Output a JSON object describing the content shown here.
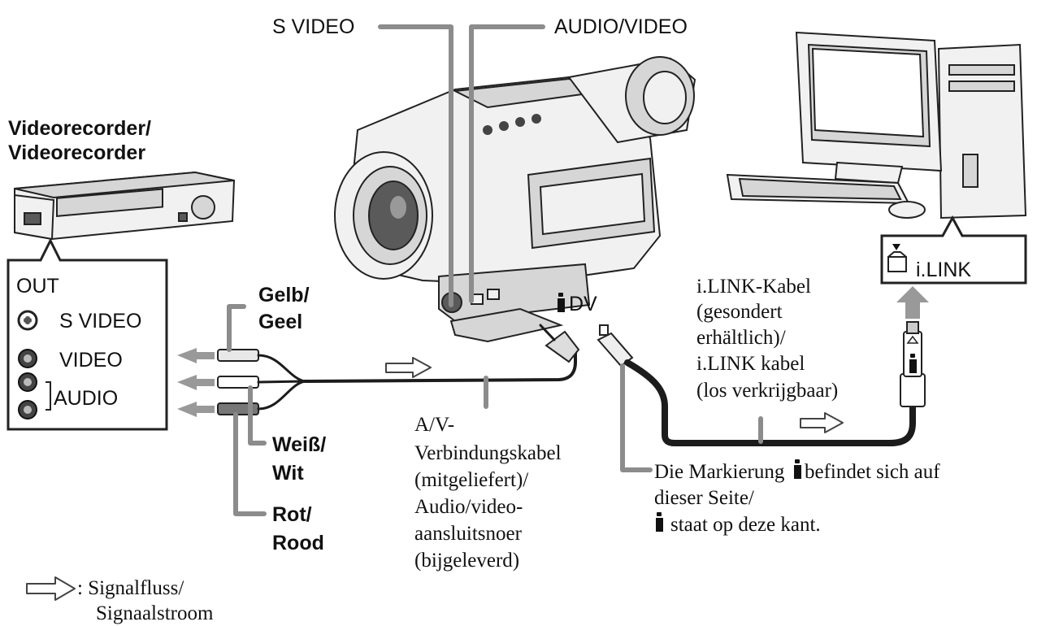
{
  "labels": {
    "s_video_top": "S VIDEO",
    "audio_video_top": "AUDIO/VIDEO",
    "vcr_title_1": "Videorecorder/",
    "vcr_title_2": "Videorecorder",
    "out_panel": {
      "out": "OUT",
      "s_video": "S VIDEO",
      "video": "VIDEO",
      "audio": "AUDIO"
    },
    "yellow_1": "Gelb/",
    "yellow_2": "Geel",
    "white_1": "Weiß/",
    "white_2": "Wit",
    "red_1": "Rot/",
    "red_2": "Rood",
    "dv": "DV",
    "ilink_port": "i.LINK",
    "ilink_cable": [
      "i.LINK-Kabel",
      "(gesondert",
      "erhältlich)/",
      "i.LINK kabel",
      "(los verkrijgbaar)"
    ],
    "av_cable": [
      "A/V-",
      "Verbindungskabel",
      "(mitgeliefert)/",
      "Audio/video-",
      "aansluitsnoer",
      "(bijgeleverd)"
    ],
    "marking_1a": "Die Markierung",
    "marking_1b": "befindet sich auf",
    "marking_2": "dieser Seite/",
    "marking_3": "staat op deze kant.",
    "legend_1": ": Signalfluss/",
    "legend_2": "Signaalstroom"
  },
  "icons": {
    "ilink_symbol": "ilink-i-icon",
    "signal_flow": "signal-flow-arrow-icon",
    "signal_out": "signal-out-arrow-icon",
    "s_video_jack": "s-video-jack-icon",
    "rca_jack": "rca-jack-icon"
  }
}
